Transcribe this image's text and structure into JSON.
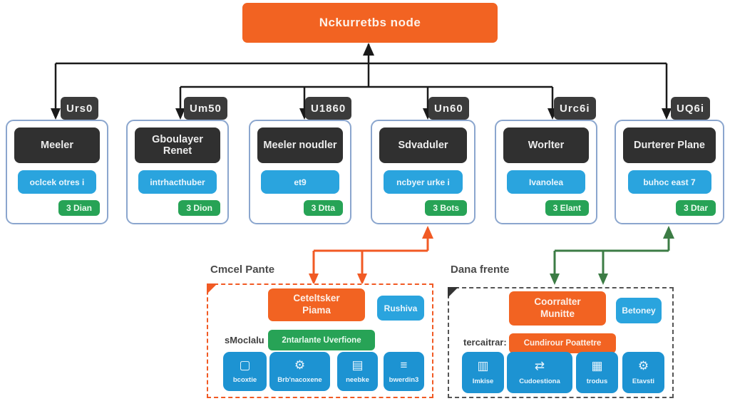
{
  "root": {
    "label": "Nckurretbs node"
  },
  "colors": {
    "orange": "#F26322",
    "orange_dashed": "#F15A24",
    "blue": "#2AA4DE",
    "green": "#27A356",
    "dark_header": "#303030",
    "badge_gray": "#3B3B3B",
    "card_border": "#8BA6CE",
    "green_arrow": "#3C7C45",
    "black_arrow": "#1a1a1a"
  },
  "columns": [
    {
      "badge": "Urs0",
      "header": "Meeler",
      "blue": "oclcek otres i",
      "green": "3 Dian"
    },
    {
      "badge": "Um50",
      "header": "Gboulayer Renet",
      "blue": "intrhacthuber",
      "green": "3 Dion"
    },
    {
      "badge": "U1860",
      "header": "Meeler noudler",
      "blue": "et9",
      "green": "3 Dtta"
    },
    {
      "badge": "Un60",
      "header": "Sdvaduler",
      "blue": "ncbyer urke i",
      "green": "3 Bots"
    },
    {
      "badge": "Urc6i",
      "header": "Worlter",
      "blue": "Ivanolea",
      "green": "3 Elant"
    },
    {
      "badge": "UQ6i",
      "header": "Durterer Plane",
      "blue": "buhoc east 7",
      "green": "3 Dtar"
    }
  ],
  "control_plane": {
    "label": "Cmcel Pante",
    "main_line1": "Ceteltsker",
    "main_line2": "Piama",
    "side_box": "Rushiva",
    "row_label": "sMoclalu",
    "green_bar": "2ntarlante Uverfione",
    "tiles": [
      {
        "icon": "▢",
        "label": "bcoxtie"
      },
      {
        "icon": "⚙",
        "label": "Brb'nacoxene"
      },
      {
        "icon": "▤",
        "label": "neebke"
      },
      {
        "icon": "≡",
        "label": "bwerdin3"
      }
    ]
  },
  "data_plane": {
    "label": "Dana frente",
    "main_line1": "Coorralter",
    "main_line2": "Munitte",
    "side_box": "Betoney",
    "row_label": "tercaitrar:",
    "orange_bar": "Cundirour Poattetre",
    "tiles": [
      {
        "icon": "▥",
        "label": "Imkise"
      },
      {
        "icon": "⇄",
        "label": "Cudoestiona"
      },
      {
        "icon": "▦",
        "label": "trodus"
      },
      {
        "icon": "⚙",
        "label": "Etavsti"
      }
    ]
  }
}
